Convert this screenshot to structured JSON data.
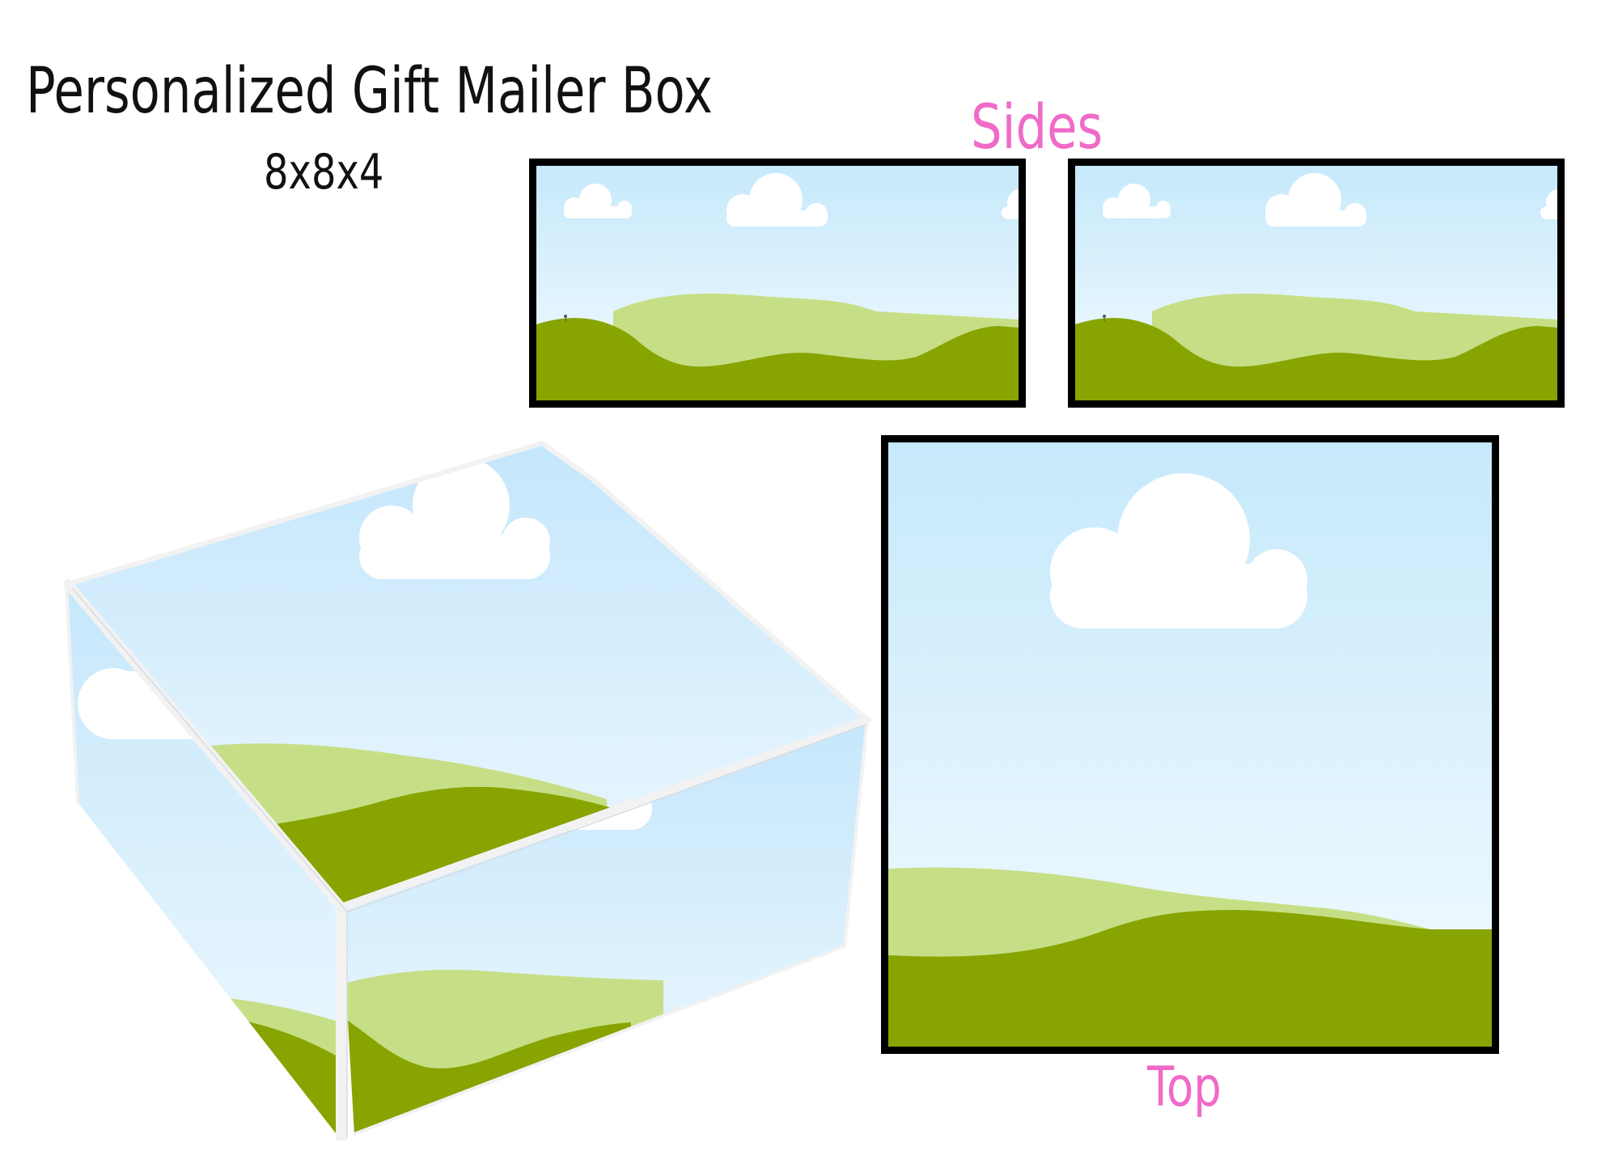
{
  "heading": {
    "title": "Personalized Gift Mailer Box",
    "size": "8x8x4"
  },
  "labels": {
    "sides": "Sides",
    "top": "Top"
  },
  "colors": {
    "label_pink": "#f06ac8",
    "sky_top": "#c6e9fb",
    "sky_bottom": "#f4fbff",
    "hill_light": "#c6df86",
    "hill_dark": "#87a400",
    "frame": "#000000"
  },
  "illustration": {
    "scene": "sky-with-clouds-and-green-hills",
    "icons": [
      "cloud-icon",
      "hill-icon"
    ]
  }
}
